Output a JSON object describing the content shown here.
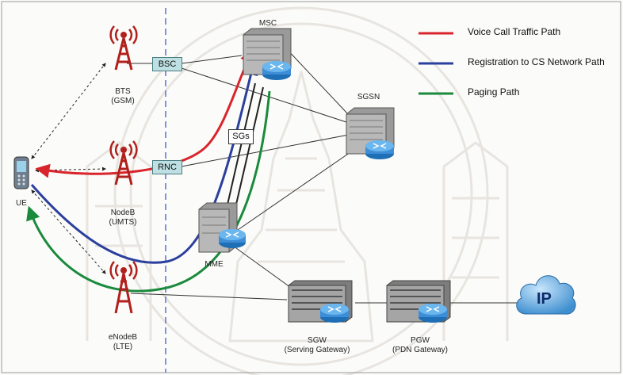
{
  "colors": {
    "voice": "#d9242b",
    "registration": "#2b3f9e",
    "paging": "#1a8a3c",
    "connector": "#333333",
    "boundary": "#5b6fd6"
  },
  "legend": [
    {
      "label": "Voice Call Traffic Path",
      "color": "#d9242b"
    },
    {
      "label": "Registration to CS Network Path",
      "color": "#2b3f9e"
    },
    {
      "label": "Paging Path",
      "color": "#1a8a3c"
    }
  ],
  "nodes": {
    "bts": {
      "line1": "BTS",
      "line2": "(GSM)",
      "icon": "radio-tower-icon"
    },
    "nodeb": {
      "line1": "NodeB",
      "line2": "(UMTS)",
      "icon": "radio-tower-icon"
    },
    "enodeb": {
      "line1": "eNodeB",
      "line2": "(LTE)",
      "icon": "radio-tower-icon"
    },
    "ue": {
      "line1": "UE",
      "icon": "mobile-phone-icon"
    },
    "msc": {
      "line1": "MSC",
      "icon": "switch-router-icon"
    },
    "sgsn": {
      "line1": "SGSN",
      "icon": "switch-router-icon"
    },
    "mme": {
      "line1": "MME",
      "icon": "switch-router-icon"
    },
    "sgw": {
      "line1": "SGW",
      "line2": "(Serving Gateway)",
      "icon": "switch-router-icon"
    },
    "pgw": {
      "line1": "PGW",
      "line2": "(PDN Gateway)",
      "icon": "switch-router-icon"
    },
    "ip": {
      "line1": "IP",
      "icon": "cloud-icon"
    }
  },
  "boxes": {
    "bsc": "BSC",
    "rnc": "RNC",
    "sgs": "SGs"
  }
}
